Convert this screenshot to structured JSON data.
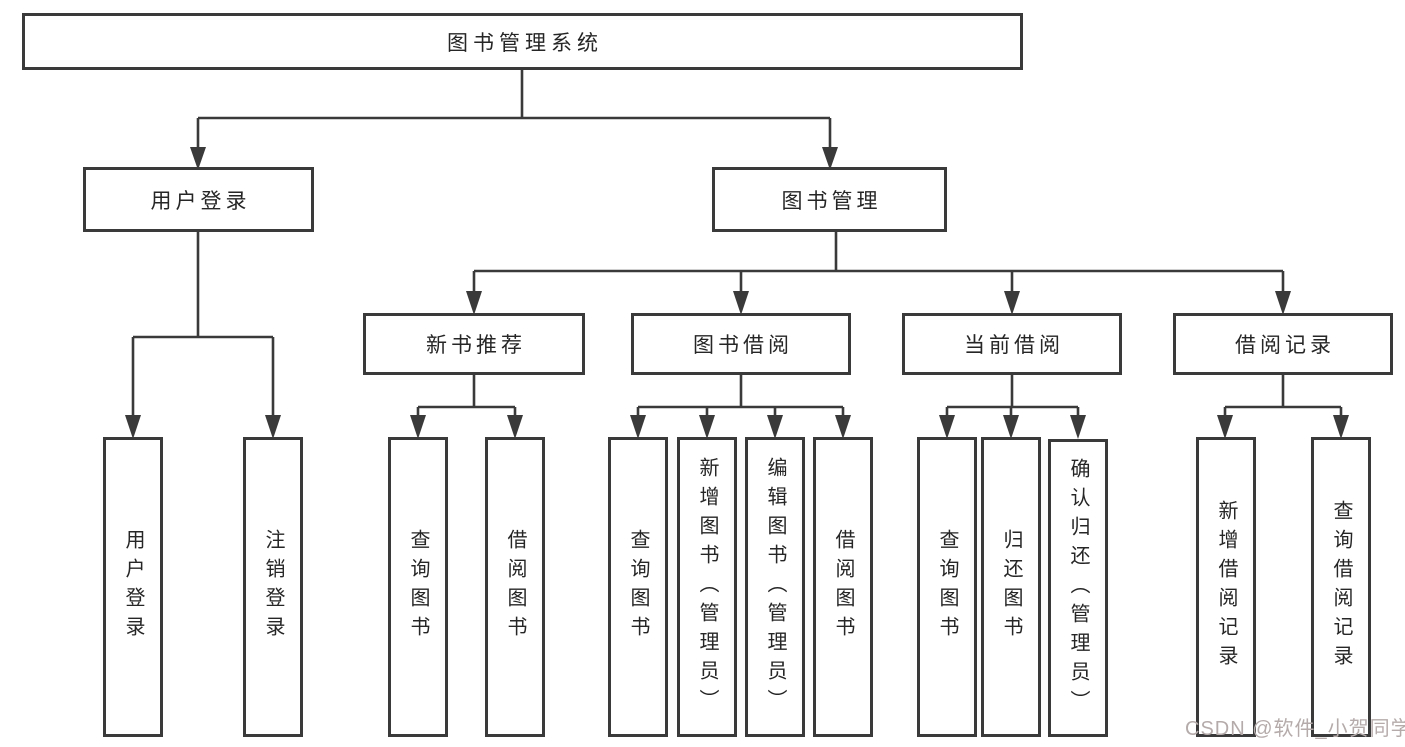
{
  "diagram": {
    "root": {
      "label": "图书管理系统"
    },
    "branches": [
      {
        "label": "用户登录",
        "children": [
          {
            "label": "用户登录"
          },
          {
            "label": "注销登录"
          }
        ]
      },
      {
        "label": "图书管理",
        "children": [
          {
            "label": "新书推荐",
            "children": [
              {
                "label": "查询图书"
              },
              {
                "label": "借阅图书"
              }
            ]
          },
          {
            "label": "图书借阅",
            "children": [
              {
                "label": "查询图书"
              },
              {
                "label": "新增图书（管理员）"
              },
              {
                "label": "编辑图书（管理员）"
              },
              {
                "label": "借阅图书"
              }
            ]
          },
          {
            "label": "当前借阅",
            "children": [
              {
                "label": "查询图书"
              },
              {
                "label": "归还图书"
              },
              {
                "label": "确认归还（管理员）"
              }
            ]
          },
          {
            "label": "借阅记录",
            "children": [
              {
                "label": "新增借阅记录"
              },
              {
                "label": "查询借阅记录"
              }
            ]
          }
        ]
      }
    ]
  },
  "watermark": {
    "text": "CSDN @软件_小贺同学"
  },
  "colors": {
    "line": "#3a3a3a",
    "text": "#262626",
    "background": "#ffffff",
    "watermark": "#b5abab"
  }
}
